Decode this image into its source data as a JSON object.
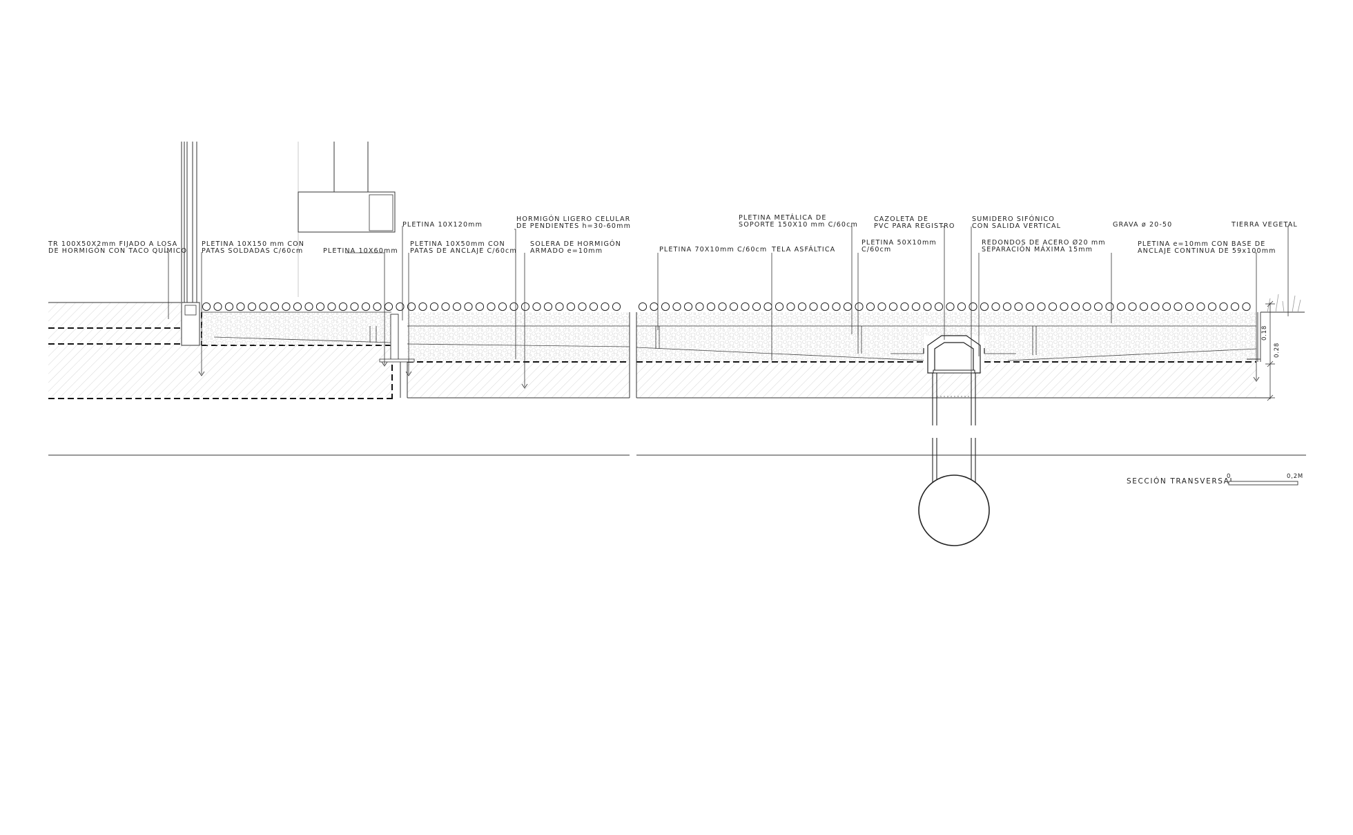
{
  "drawing": {
    "title": "SECCIÓN TRANSVERSAL",
    "scale_start": "0",
    "scale_end": "0,2M",
    "dimensions": [
      "0.18",
      "0.28"
    ]
  },
  "labels": [
    {
      "id": "tr",
      "lines": [
        "TR 100X50X2mm FIJADO A LOSA",
        "DE HORMIGÓN CON TACO QUÍMICO"
      ]
    },
    {
      "id": "pletina150",
      "lines": [
        "PLETINA 10X150 mm CON",
        "PATAS SOLDADAS C/60cm"
      ]
    },
    {
      "id": "pletina60",
      "lines": [
        "PLETINA 10X60mm"
      ]
    },
    {
      "id": "pletina120",
      "lines": [
        "PLETINA 10X120mm"
      ]
    },
    {
      "id": "pletina50",
      "lines": [
        "PLETINA 10X50mm CON",
        "PATAS DE ANCLAJE C/60cm"
      ]
    },
    {
      "id": "hormigon-ligero",
      "lines": [
        "HORMIGÓN LIGERO CELULAR",
        "DE PENDIENTES h=30-60mm"
      ]
    },
    {
      "id": "solera",
      "lines": [
        "SOLERA DE HORMIGÓN",
        "ARMADO e=10mm"
      ]
    },
    {
      "id": "pletina70",
      "lines": [
        "PLETINA 70X10mm C/60cm"
      ]
    },
    {
      "id": "pletina-metalica",
      "lines": [
        "PLETINA METÁLICA DE",
        "SOPORTE 150X10 mm C/60cm"
      ]
    },
    {
      "id": "tela",
      "lines": [
        "TELA ASFÁLTICA"
      ]
    },
    {
      "id": "pletina5010",
      "lines": [
        "PLETINA 50X10mm",
        "C/60cm"
      ]
    },
    {
      "id": "cazoleta",
      "lines": [
        "CAZOLETA DE",
        "PVC PARA REGISTRO"
      ]
    },
    {
      "id": "sumidero",
      "lines": [
        "SUMIDERO SIFÓNICO",
        "CON SALIDA VERTICAL"
      ]
    },
    {
      "id": "redondos",
      "lines": [
        "REDONDOS DE ACERO Ø20 mm",
        "SEPARACIÓN MÁXIMA 15mm"
      ]
    },
    {
      "id": "grava",
      "lines": [
        "GRAVA ø 20-50"
      ]
    },
    {
      "id": "pletina-e10",
      "lines": [
        "PLETINA e=10mm CON BASE DE",
        "ANCLAJE CONTINUA DE 59x100mm"
      ]
    },
    {
      "id": "tierra",
      "lines": [
        "TIERRA VEGETAL"
      ]
    }
  ]
}
